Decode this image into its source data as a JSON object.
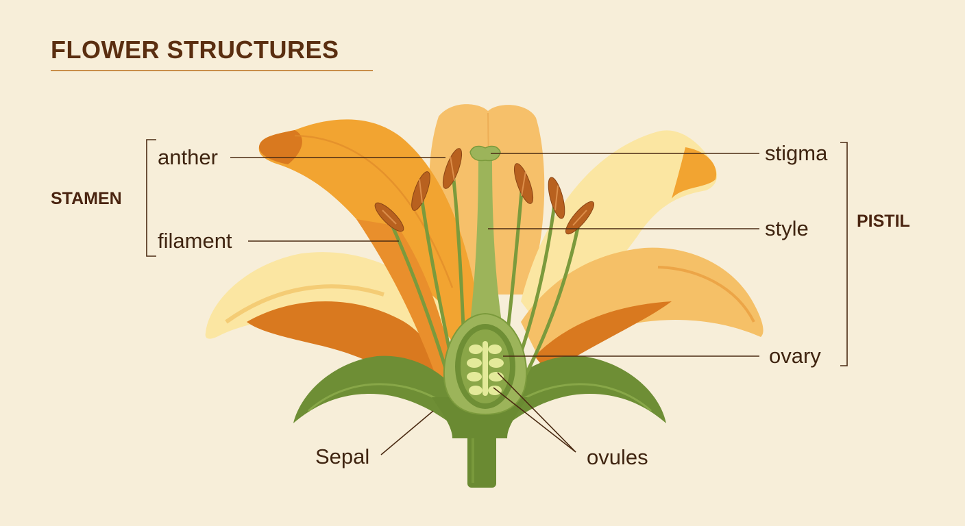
{
  "title": "FLOWER STRUCTURES",
  "groups": {
    "stamen": "STAMEN",
    "pistil": "PISTIL"
  },
  "labels": {
    "anther": "anther",
    "filament": "filament",
    "stigma": "stigma",
    "style": "style",
    "ovary": "ovary",
    "sepal": "Sepal",
    "ovules": "ovules"
  },
  "colors": {
    "background": "#f7eed9",
    "petal_orange": "#f2a431",
    "petal_dark_orange": "#d9791f",
    "petal_pale": "#f8dc8a",
    "petal_yellow": "#fbe6a2",
    "sepal_green": "#6e8e35",
    "stem_green": "#6a8a32",
    "pistil_green": "#9cb45a",
    "anther_brown": "#b8611f",
    "text": "#3f2410"
  }
}
